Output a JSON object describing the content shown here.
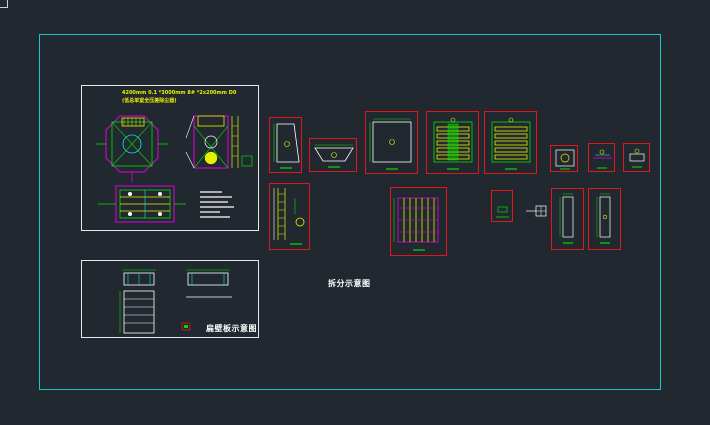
{
  "canvas": {
    "background": "#212830",
    "frame_color": "#17c8c8",
    "sheet_border_color": "#e8e8e8",
    "view_border_color": "#e0181c",
    "accent_colors": [
      "#e8f000",
      "#e000e0",
      "#00e000",
      "#00e8e8",
      "#ffffff",
      "#e0181c"
    ]
  },
  "labels": {
    "breakdown_caption": "拆分示意图",
    "frame_caption": "扁壁板示意图"
  },
  "title_block": {
    "line1": "4200mm 0.1 *3000mm 8# *2x200mm D0",
    "line2": "(低总单室全压差除尘器)"
  }
}
